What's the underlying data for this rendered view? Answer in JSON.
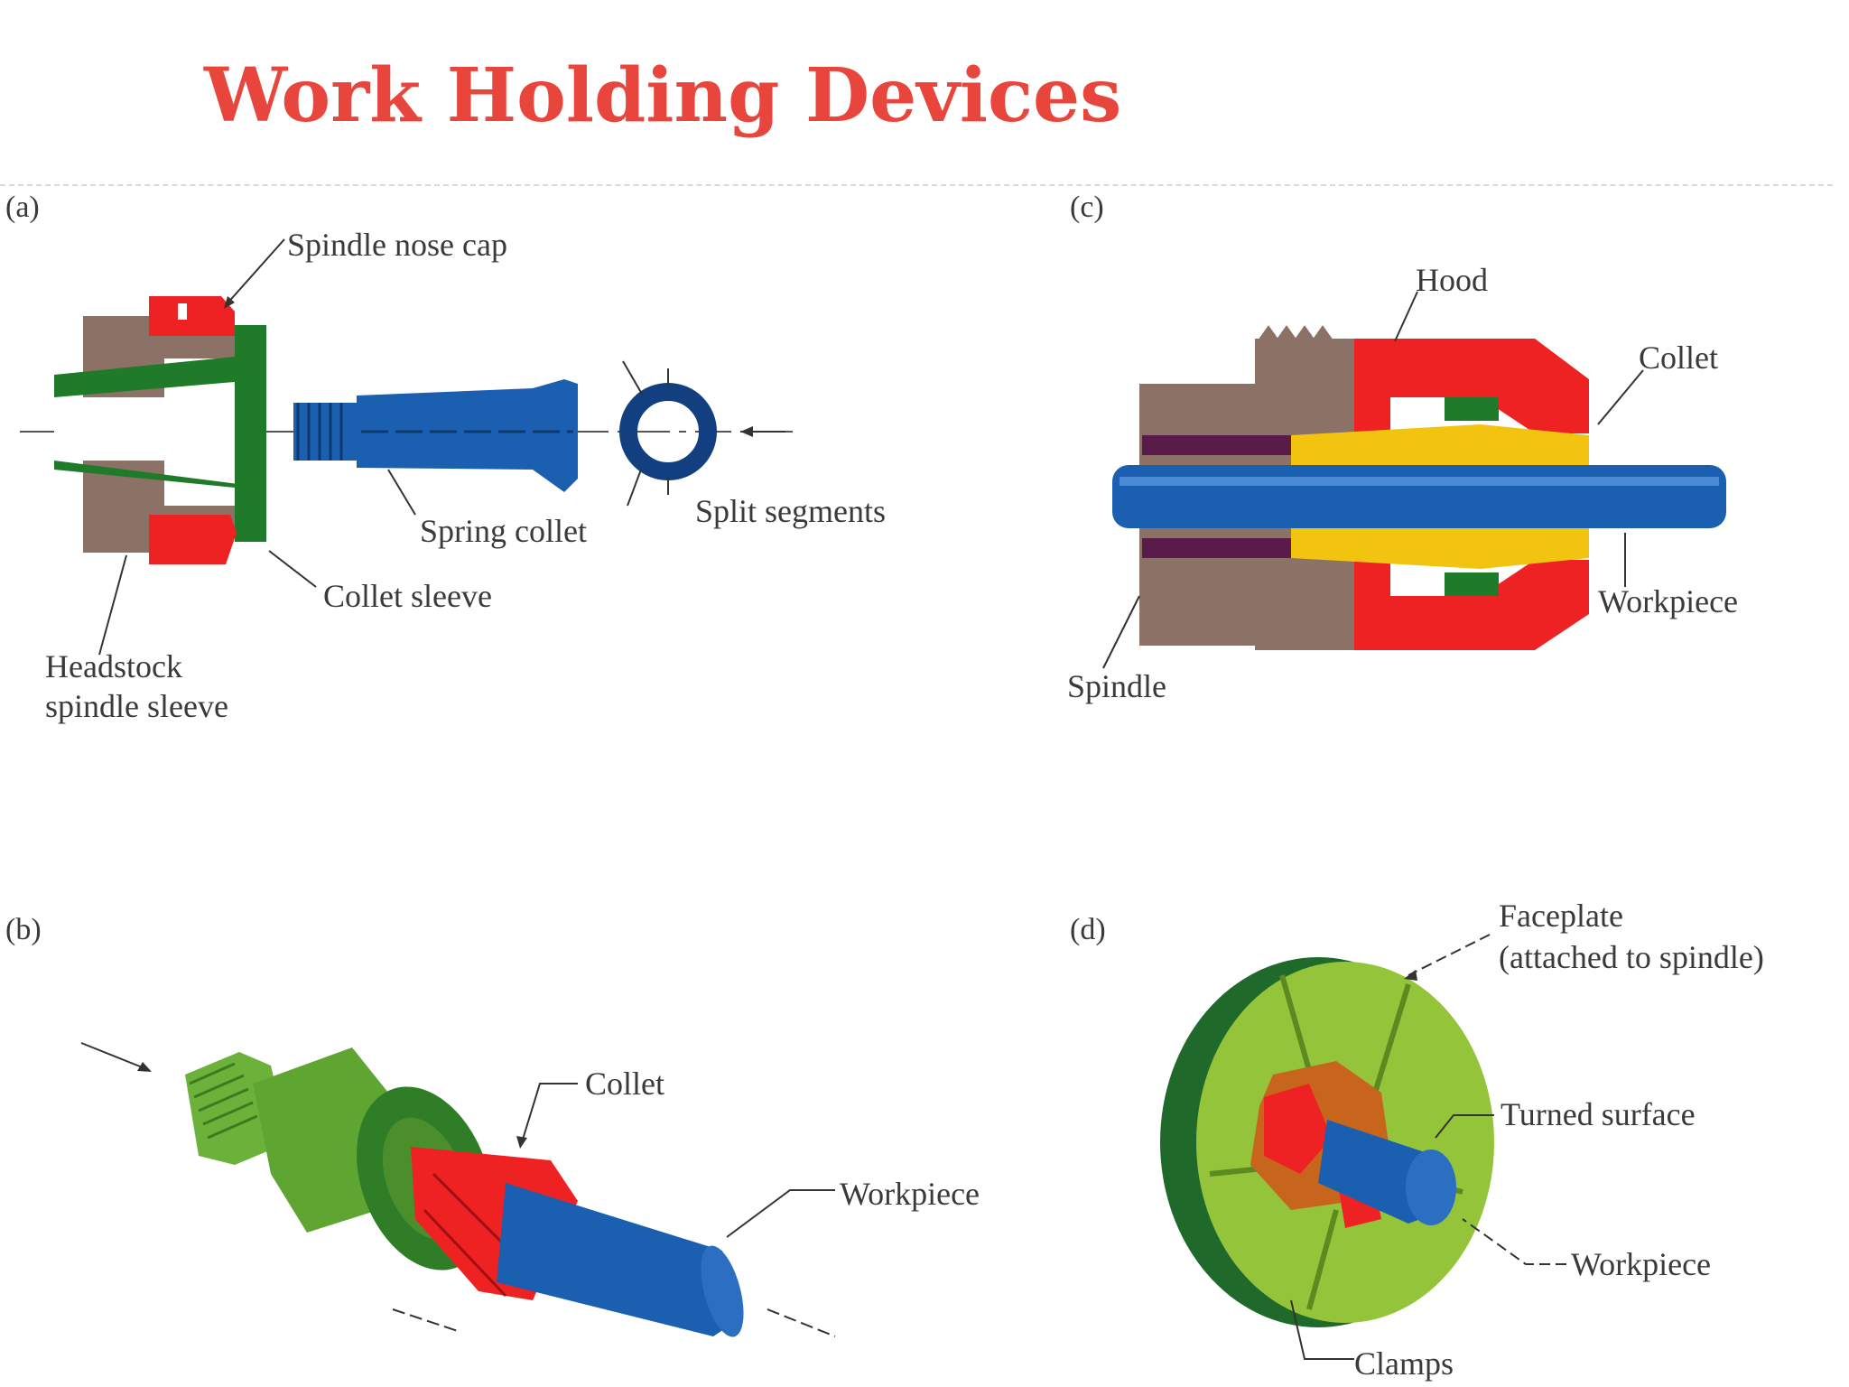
{
  "title": "Work Holding Devices",
  "colors": {
    "title": "#e8453c",
    "red": "#ee2222",
    "green": "#1f7a2a",
    "lightgreen": "#7cc13a",
    "blue": "#1b5fb0",
    "brown": "#8c7166",
    "yellow": "#f2c40f",
    "purple": "#5a1a4a",
    "orange": "#c8651c"
  },
  "panels": {
    "a": {
      "tag": "(a)",
      "spindle_nose_cap": "Spindle nose cap",
      "spring_collet": "Spring collet",
      "split_segments": "Split segments",
      "collet_sleeve": "Collet sleeve",
      "headstock_line1": "Headstock",
      "headstock_line2": "spindle sleeve"
    },
    "b": {
      "tag": "(b)",
      "collet": "Collet",
      "workpiece": "Workpiece"
    },
    "c": {
      "tag": "(c)",
      "hood": "Hood",
      "collet": "Collet",
      "workpiece": "Workpiece",
      "spindle": "Spindle"
    },
    "d": {
      "tag": "(d)",
      "faceplate_line1": "Faceplate",
      "faceplate_line2": "(attached to spindle)",
      "turned_surface": "Turned surface",
      "workpiece": "Workpiece",
      "clamps": "Clamps"
    }
  }
}
